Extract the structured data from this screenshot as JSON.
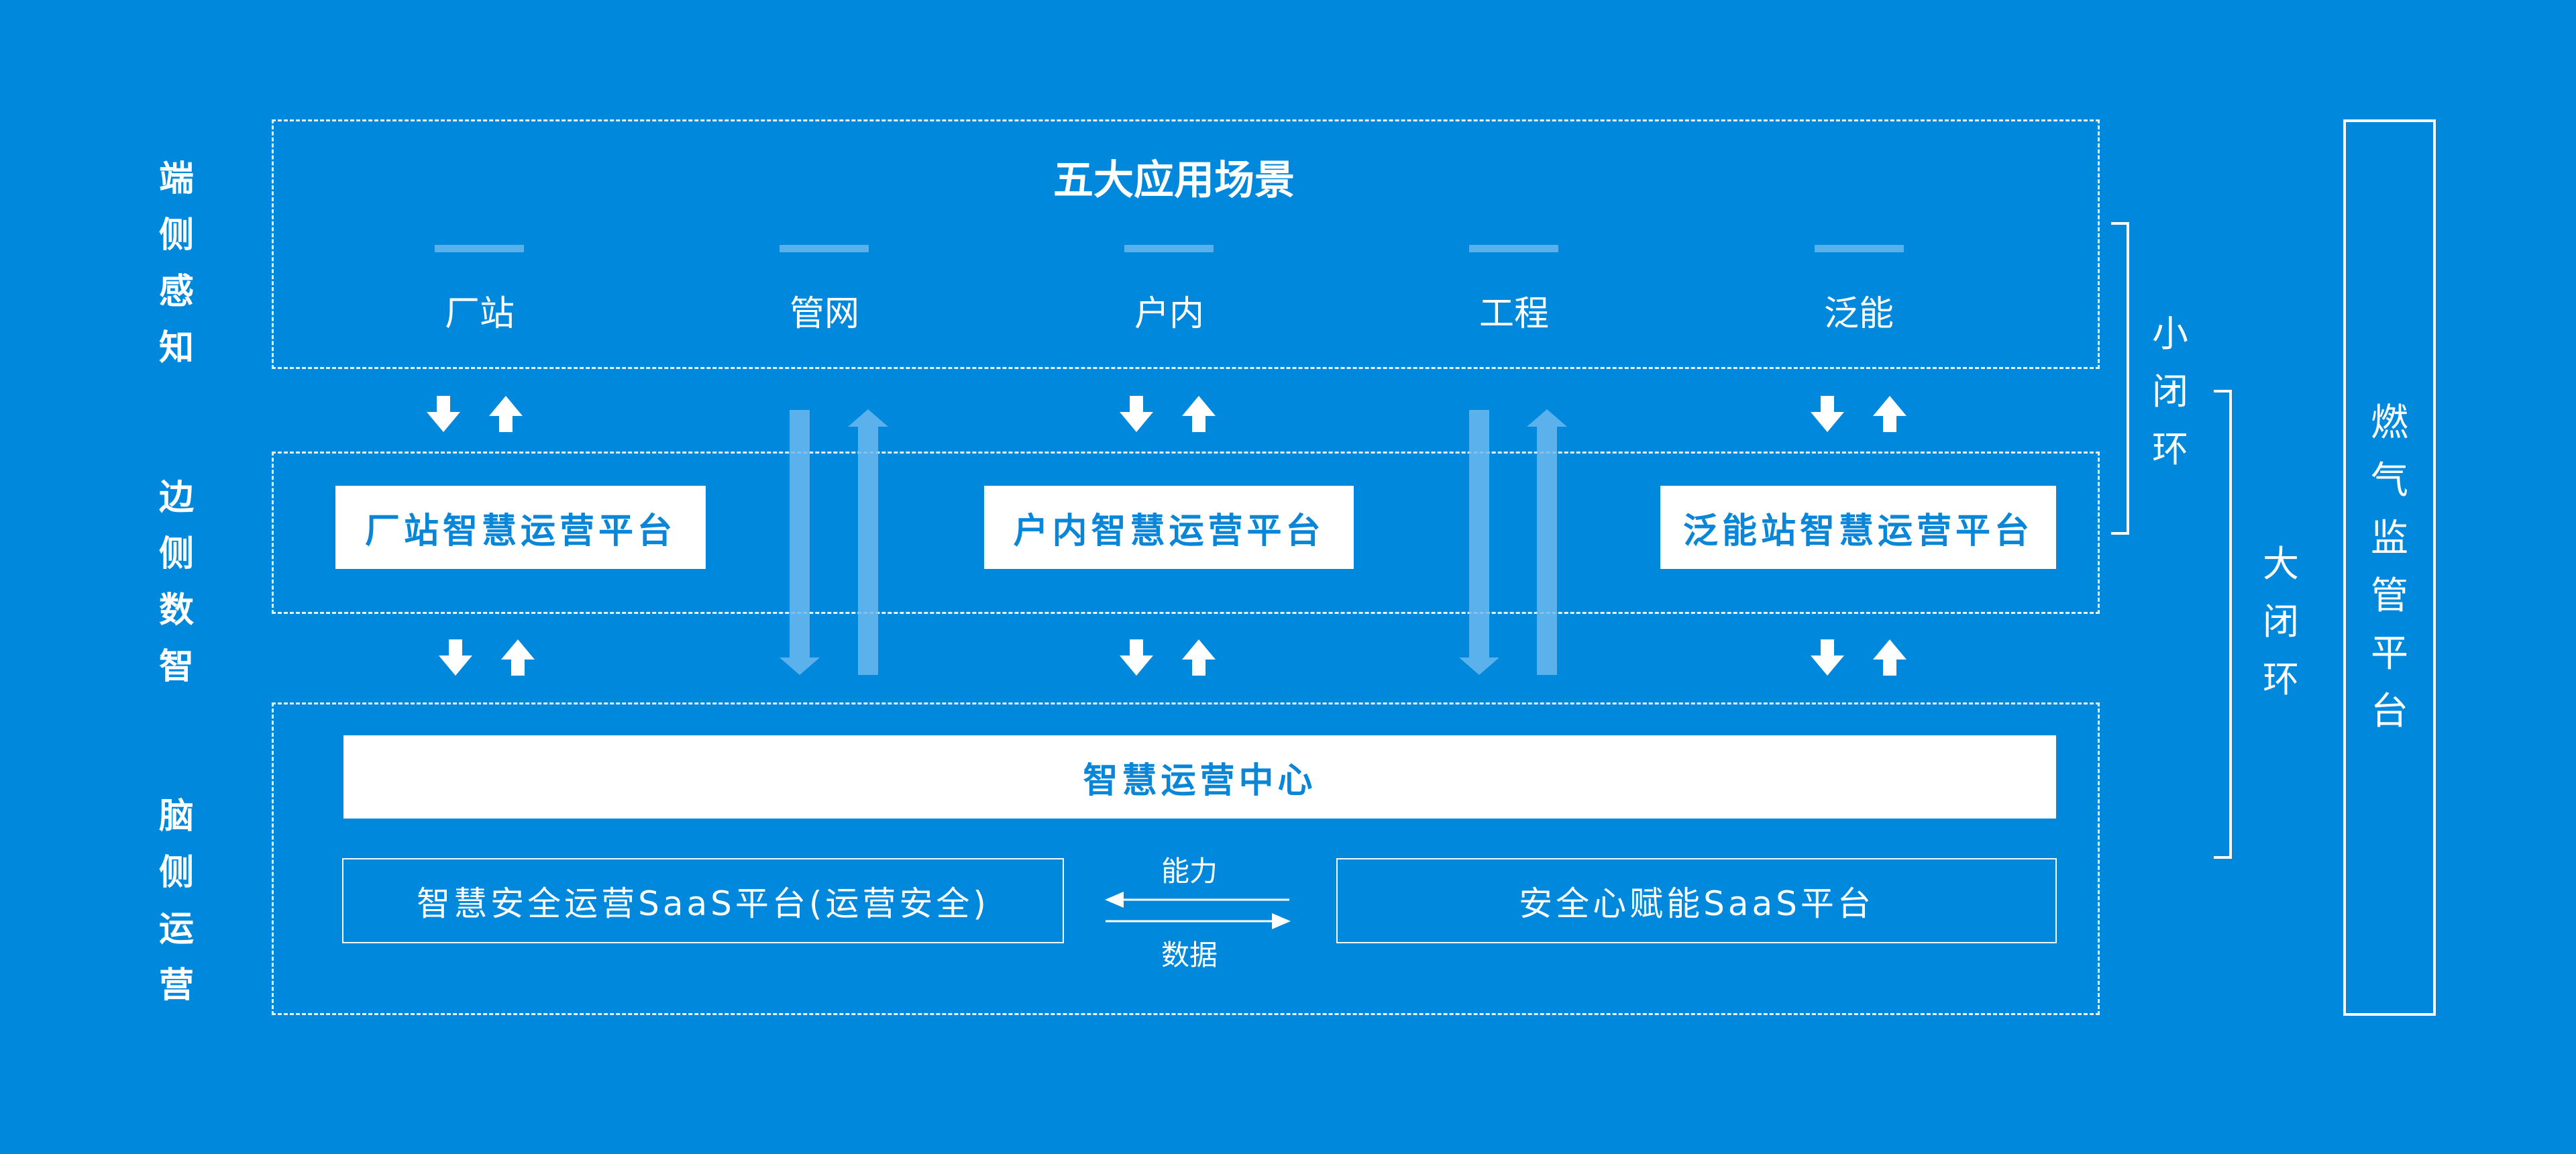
{
  "layers": {
    "device": "端 侧\n感 知",
    "edge": "边 侧\n数 智",
    "brain": "脑 侧\n运 营"
  },
  "scenarios": {
    "title": "五大应用场景",
    "items": [
      "厂站",
      "管网",
      "户内",
      "工程",
      "泛能"
    ]
  },
  "edge_platforms": {
    "station": "厂站智慧运营平台",
    "household": "户内智慧运营平台",
    "pan_energy": "泛能站智慧运营平台"
  },
  "brain": {
    "center": "智慧运营中心",
    "safety_saas": "智慧安全运营SaaS平台(运营安全)",
    "enable_saas": "安全心赋能SaaS平台",
    "capability": "能力",
    "data": "数据"
  },
  "loops": {
    "small": "小\n闭\n环",
    "large": "大\n闭\n环"
  },
  "regulator": "燃\n气\n监\n管\n平\n台",
  "colors": {
    "background": "#0089dc",
    "box_text": "#0a86d8",
    "light_arrow": "#5ab0ea"
  }
}
